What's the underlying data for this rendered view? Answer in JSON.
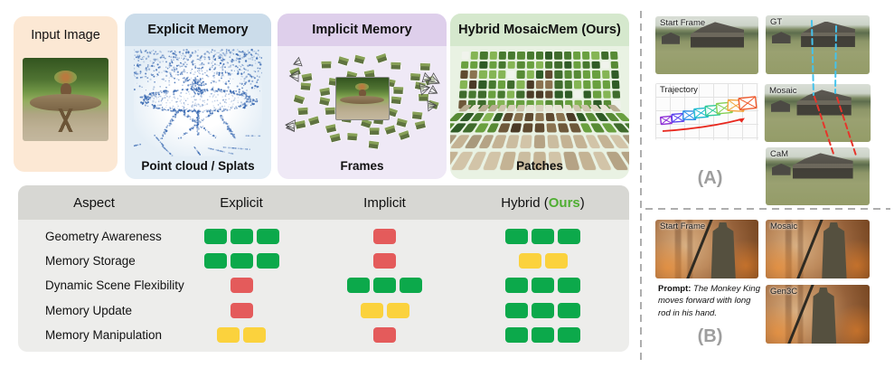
{
  "figure": {
    "panels": {
      "input": {
        "title": "Input Image"
      },
      "explicit": {
        "title": "Explicit Memory",
        "caption": "Point cloud / Splats"
      },
      "implicit": {
        "title": "Implicit Memory",
        "caption": "Frames"
      },
      "hybrid": {
        "title": "Hybrid MosaicMem (Ours)",
        "caption": "Patches"
      }
    },
    "comparison_table": {
      "headers": {
        "aspect": "Aspect",
        "explicit": "Explicit",
        "implicit": "Implicit",
        "hybrid_prefix": "Hybrid (",
        "hybrid_ours": "Ours",
        "hybrid_suffix": ")"
      },
      "ours_text_color": "#4fae32",
      "legend_colors": {
        "good": "#0ca94b",
        "partial": "#fbd23d",
        "poor": "#e45b5b"
      },
      "rows": [
        {
          "label": "Geometry Awareness",
          "explicit": {
            "level": "good",
            "count": 3
          },
          "implicit": {
            "level": "poor",
            "count": 1
          },
          "hybrid": {
            "level": "good",
            "count": 3
          }
        },
        {
          "label": "Memory Storage",
          "explicit": {
            "level": "good",
            "count": 3
          },
          "implicit": {
            "level": "poor",
            "count": 1
          },
          "hybrid": {
            "level": "partial",
            "count": 2
          }
        },
        {
          "label": "Dynamic Scene Flexibility",
          "explicit": {
            "level": "poor",
            "count": 1
          },
          "implicit": {
            "level": "good",
            "count": 3
          },
          "hybrid": {
            "level": "good",
            "count": 3
          }
        },
        {
          "label": "Memory Update",
          "explicit": {
            "level": "poor",
            "count": 1
          },
          "implicit": {
            "level": "partial",
            "count": 2
          },
          "hybrid": {
            "level": "good",
            "count": 3
          }
        },
        {
          "label": "Memory Manipulation",
          "explicit": {
            "level": "partial",
            "count": 2
          },
          "implicit": {
            "level": "poor",
            "count": 1
          },
          "hybrid": {
            "level": "good",
            "count": 3
          }
        }
      ]
    },
    "panel_a": {
      "label": "(A)",
      "image_labels": {
        "start": "Start Frame",
        "gt": "GT",
        "trajectory": "Trajectory",
        "mosaic": "Mosaic",
        "cam": "CaM"
      },
      "correspondence_colors": {
        "gt_to_mosaic": "#45c3ec",
        "mosaic_to_cam": "#e6352b"
      },
      "trajectory_colors": [
        "#8e2fd6",
        "#5a43ee",
        "#2f8fe8",
        "#1cb9cf",
        "#2fc998",
        "#86cf52",
        "#f2a33c",
        "#ee5a2d"
      ],
      "trajectory_arrow_color": "#e8281e"
    },
    "panel_b": {
      "label": "(B)",
      "image_labels": {
        "start": "Start Frame",
        "mosaic": "Mosaic",
        "gen3c": "Gen3C"
      },
      "prompt_label": "Prompt:",
      "prompt_text": " The Monkey King moves forward with long rod in his hand."
    }
  }
}
